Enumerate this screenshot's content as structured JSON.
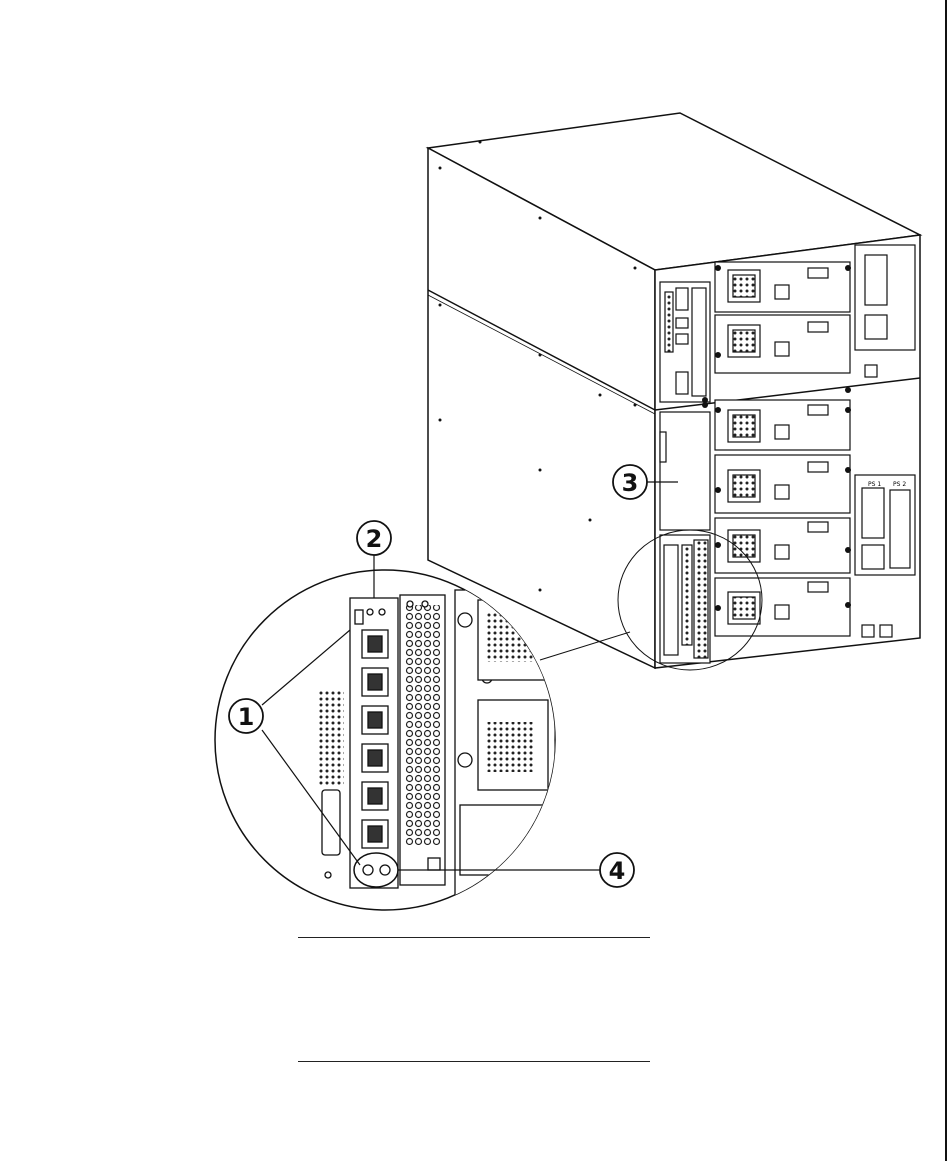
{
  "diagram": {
    "callouts": [
      {
        "id": "1",
        "label": "1"
      },
      {
        "id": "2",
        "label": "2"
      },
      {
        "id": "3",
        "label": "3"
      },
      {
        "id": "4",
        "label": "4"
      }
    ],
    "panel_labels": {
      "ps1": "PS 1",
      "ps2": "PS 2"
    }
  }
}
